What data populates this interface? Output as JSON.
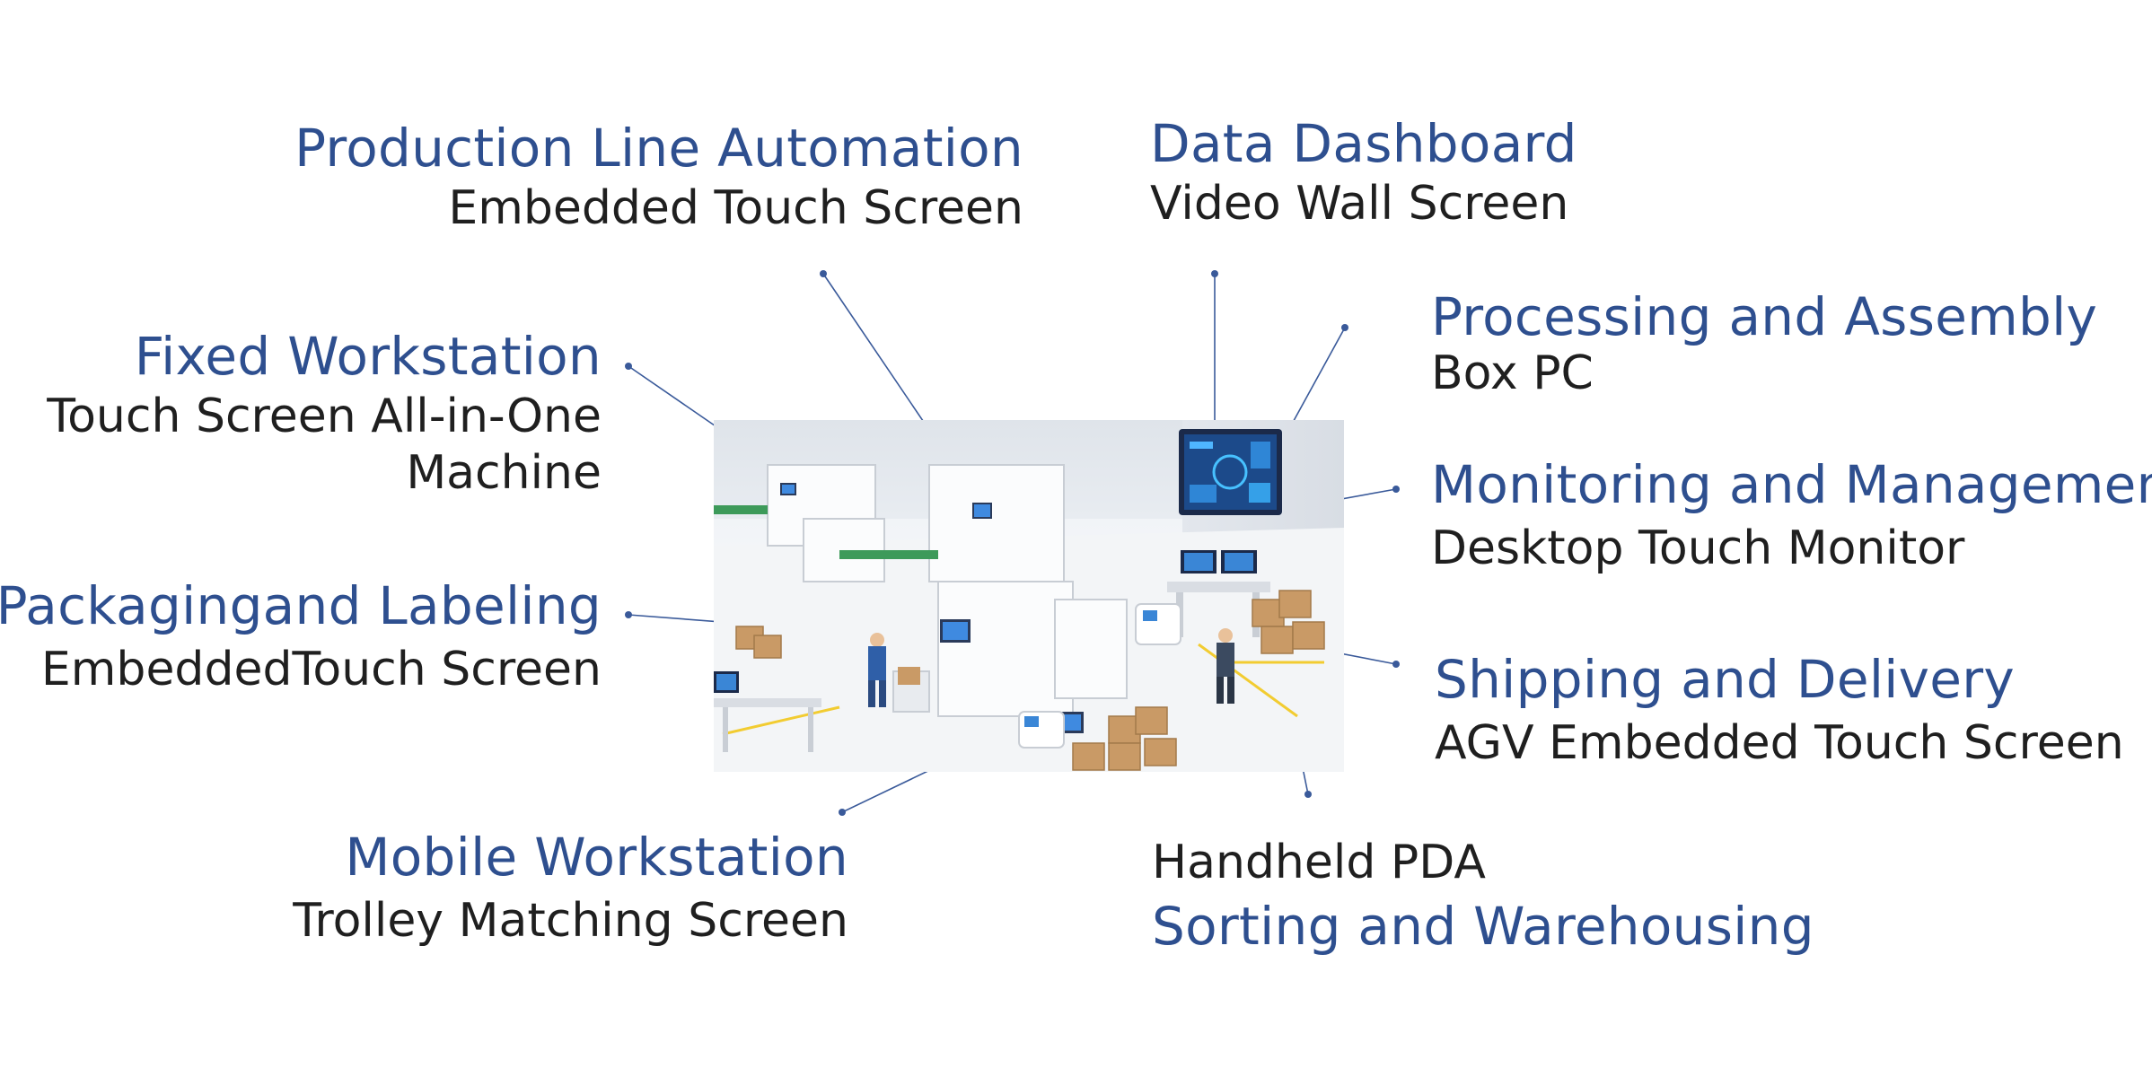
{
  "labels": {
    "production_line": {
      "title": "Production Line Automation",
      "subtitle": "Embedded Touch Screen"
    },
    "data_dashboard": {
      "title": "Data Dashboard",
      "subtitle": "Video Wall Screen"
    },
    "fixed_workstation": {
      "title": "Fixed Workstation",
      "subtitle_line1": "Touch Screen All-in-One",
      "subtitle_line2": "Machine"
    },
    "processing_assembly": {
      "title": "Processing and Assembly",
      "subtitle": "Box PC"
    },
    "monitoring_management": {
      "title": "Monitoring and Management",
      "subtitle": "Desktop Touch Monitor"
    },
    "packaging_labeling": {
      "title": "Packagingand Labeling",
      "subtitle": "EmbeddedTouch Screen"
    },
    "shipping_delivery": {
      "title": "Shipping and Delivery",
      "subtitle": "AGV Embedded Touch Screen"
    },
    "mobile_workstation": {
      "title": "Mobile Workstation",
      "subtitle": "Trolley Matching Screen"
    },
    "sorting_warehousing": {
      "subtitle": "Handheld PDA",
      "title": "Sorting and Warehousing"
    }
  },
  "colors": {
    "title": "#2e4f8f",
    "subtitle": "#1f1f1f",
    "connector": "#3a5a9a"
  }
}
